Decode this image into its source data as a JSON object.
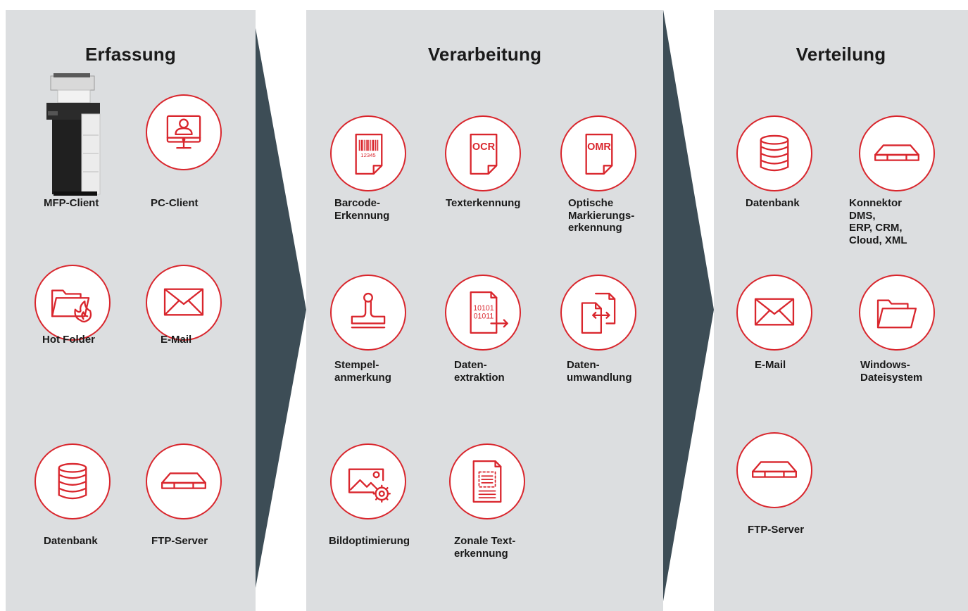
{
  "columns": [
    {
      "heading": "Erfassung",
      "items": [
        {
          "label": "MFP-Client",
          "icon": "mfp-printer-image"
        },
        {
          "label": "PC-Client",
          "icon": "monitor-user-icon"
        },
        {
          "label": "Hot Folder",
          "icon": "hot-folder-icon"
        },
        {
          "label": "E-Mail",
          "icon": "envelope-icon"
        },
        {
          "label": "Datenbank",
          "icon": "database-icon"
        },
        {
          "label": "FTP-Server",
          "icon": "server-icon"
        }
      ]
    },
    {
      "heading": "Verarbeitung",
      "items": [
        {
          "label": "Barcode-\nErkennung",
          "icon": "barcode-document-icon",
          "barcode_digits": "12345"
        },
        {
          "label": "Texterkennung",
          "icon": "ocr-document-icon",
          "badge": "OCR"
        },
        {
          "label": "Optische\nMarkierungs-\nerkennung",
          "icon": "omr-document-icon",
          "badge": "OMR"
        },
        {
          "label": "Stempel-\nanmerkung",
          "icon": "stamp-icon"
        },
        {
          "label": "Daten-\nextraktion",
          "icon": "data-extraction-icon",
          "binary_top": "10101",
          "binary_bottom": "01011"
        },
        {
          "label": "Daten-\numwandlung",
          "icon": "data-conversion-icon"
        },
        {
          "label": "Bildoptimierung",
          "icon": "image-optimization-icon"
        },
        {
          "label": "Zonale Text-\nerkennung",
          "icon": "zonal-ocr-icon"
        }
      ]
    },
    {
      "heading": "Verteilung",
      "items": [
        {
          "label": "Datenbank",
          "icon": "database-icon"
        },
        {
          "label": "Konnektor\nDMS,\nERP, CRM,\nCloud, XML",
          "icon": "server-icon"
        },
        {
          "label": "E-Mail",
          "icon": "envelope-icon"
        },
        {
          "label": "Windows-\nDateisystem",
          "icon": "folder-icon"
        },
        {
          "label": "FTP-Server",
          "icon": "server-icon"
        }
      ]
    }
  ],
  "colors": {
    "accent_red": "#d9262d",
    "panel_gray": "#dcdee0",
    "arrow_dark": "#3d4d56",
    "text": "#1a1a1a"
  }
}
